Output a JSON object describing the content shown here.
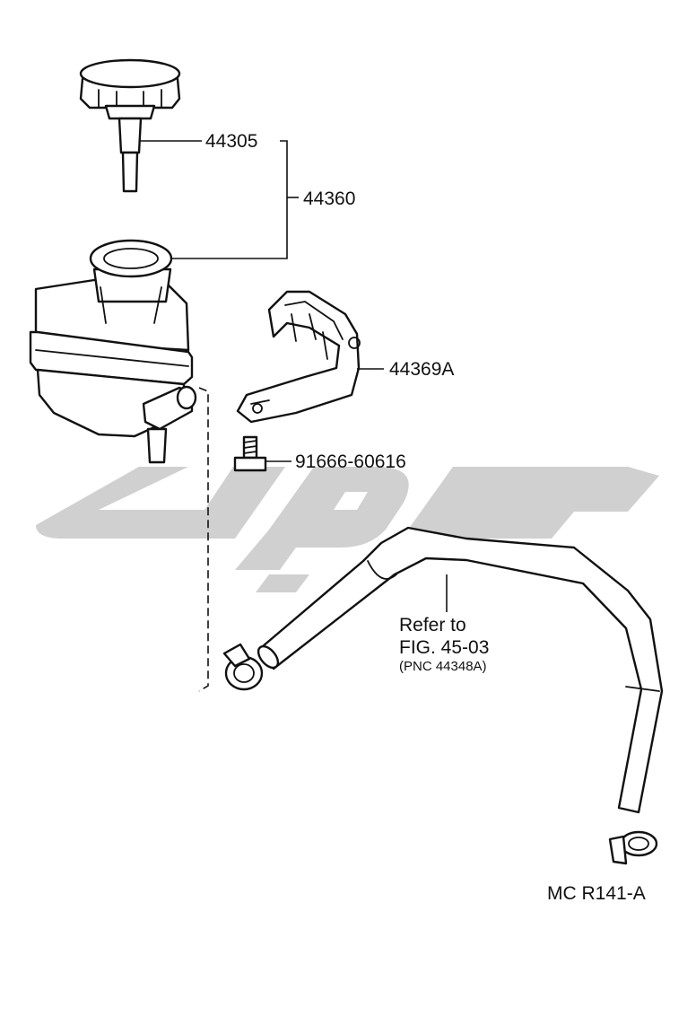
{
  "diagram": {
    "parts": {
      "cap": "44305",
      "reservoir": "44360",
      "bracket": "44369A",
      "bolt": "91666-60616"
    },
    "reference": {
      "line1": "Refer to",
      "line2": "FIG. 45-03",
      "line3": "(PNC 44348A)"
    },
    "figure_code": "MC R141-A"
  },
  "colors": {
    "line": "#111111",
    "watermark": "#c8c8c8",
    "background": "#ffffff"
  }
}
